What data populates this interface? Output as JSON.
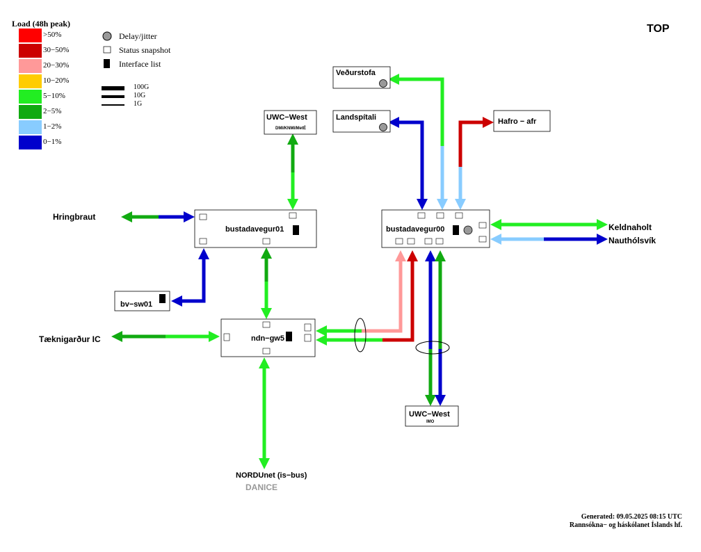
{
  "page_title": "TOP",
  "legend": {
    "title": "Load (48h peak)",
    "items": [
      {
        "label": ">50%",
        "color": "#ff0000"
      },
      {
        "label": "30−50%",
        "color": "#cc0000"
      },
      {
        "label": "20−30%",
        "color": "#ff9999"
      },
      {
        "label": "10−20%",
        "color": "#ffcc00"
      },
      {
        "label": "5−10%",
        "color": "#22ee22"
      },
      {
        "label": "2−5%",
        "color": "#11aa11"
      },
      {
        "label": "1−2%",
        "color": "#88ccff"
      },
      {
        "label": "0−1%",
        "color": "#0000cc"
      }
    ],
    "symbols": [
      {
        "label": "Delay/jitter",
        "icon": "delay-jitter-icon"
      },
      {
        "label": "Status snapshot",
        "icon": "status-snapshot-icon"
      },
      {
        "label": "Interface list",
        "icon": "interface-list-icon"
      }
    ],
    "widths": [
      {
        "label": "100G"
      },
      {
        "label": "10G"
      },
      {
        "label": "1G"
      }
    ]
  },
  "nodes": {
    "uwc_west_dmi": {
      "name": "UWC−West",
      "sub": "DMI/KNMI/MetÉ"
    },
    "vedurstofa": {
      "name": "Veðurstofa"
    },
    "landspitali": {
      "name": "Landspítali"
    },
    "hafro": {
      "name": "Hafro − afr"
    },
    "bustadavegur01": {
      "name": "bustadavegur01"
    },
    "bustadavegur00": {
      "name": "bustadavegur00"
    },
    "bv_sw01": {
      "name": "bv−sw01"
    },
    "ndn_gw5": {
      "name": "ndn−gw5"
    },
    "uwc_west_imo": {
      "name": "UWC−West",
      "sub": "IMO"
    }
  },
  "external": {
    "hringbraut": "Hringbraut",
    "taeknigardur": "Tæknigarður IC",
    "keldnaholt": "Keldnaholt",
    "nautholsvik": "Nauthólsvík",
    "nordunet": "NORDUnet (is−bus)",
    "danice": "DANICE"
  },
  "footer": {
    "generated": "Generated:  09.05.2025 08:15 UTC",
    "org": "Rannsókna− og háskólanet Íslands hf."
  }
}
